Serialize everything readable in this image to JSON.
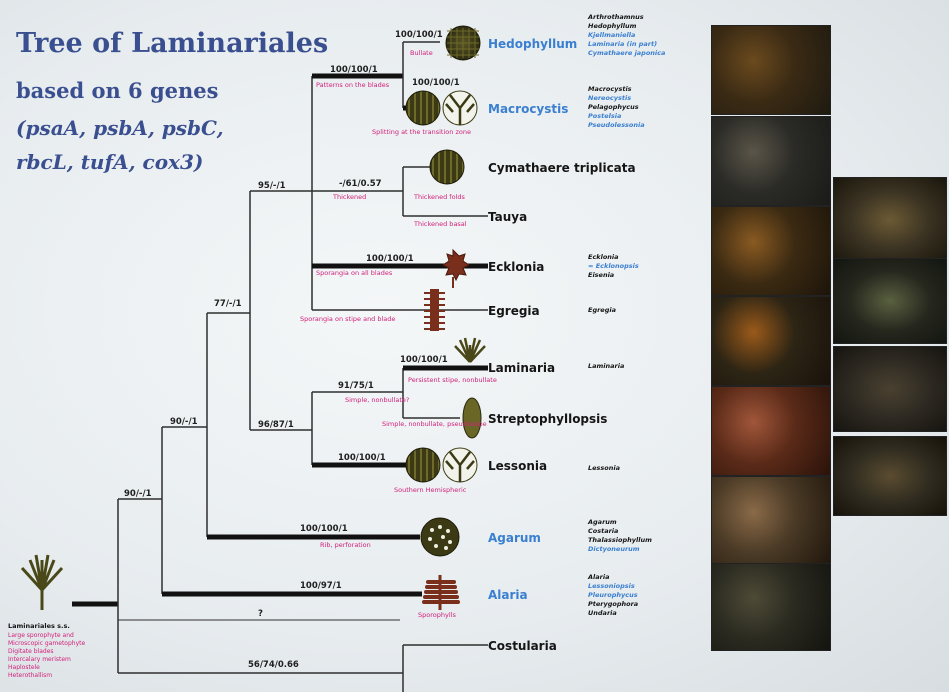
{
  "title": {
    "line1": "Tree of Laminariales",
    "line2": "based on 6 genes",
    "line3": "(psaA, psbA, psbC,",
    "line4": "rbcL, tufA, cox3)"
  },
  "support_values": {
    "hedophyllum": "100/100/1",
    "macrocystis": "100/100/1",
    "hed_mac_clade": "100/100/1",
    "cym_tauya": "-/61/0.57",
    "ecklonia": "100/100/1",
    "node95": "95/-/1",
    "node77": "77/-/1",
    "node90a": "90/-/1",
    "node90b": "90/-/1",
    "laminaria": "100/100/1",
    "lam_strep": "91/75/1",
    "node96": "96/87/1",
    "lessonia": "100/100/1",
    "agarum": "100/100/1",
    "alaria": "100/97/1",
    "unknown": "?",
    "costularia": "56/74/0.66"
  },
  "traits": {
    "bullate": "Bullate",
    "patterns_blades": "Patterns on the blades",
    "splitting": "Splitting at the transition zone",
    "thickened": "Thickened",
    "thickened_folds": "Thickened folds",
    "thickened_basal": "Thickened basal",
    "sporangia_all": "Sporangia on all blades",
    "sporangia_stipe": "Sporangia on stipe and blade",
    "persistent": "Persistent stipe, nonbullate",
    "simple1": "Simple, nonbullate?",
    "simple2": "Simple, nonbullate, pseudostipe",
    "southern": "Southern Hemispheric",
    "rib": "Rib, perforation",
    "sporophylls": "Sporophylls"
  },
  "taxa": {
    "hedophyllum": "Hedophyllum",
    "macrocystis": "Macrocystis",
    "cymathaere": "Cymathaere triplicata",
    "tauya": "Tauya",
    "ecklonia": "Ecklonia",
    "egregia": "Egregia",
    "laminaria": "Laminaria",
    "streptophyllopsis": "Streptophyllopsis",
    "lessonia": "Lessonia",
    "agarum": "Agarum",
    "alaria": "Alaria",
    "costularia": "Costularia"
  },
  "root": {
    "label": "Laminariales s.s.",
    "notes": [
      "Large sporophyte and",
      "Microscopic gametophyte",
      "Digitate blades",
      "Intercalary meristem",
      "Haplostele",
      "Heterothallism"
    ]
  },
  "species": {
    "hedophyllum": [
      {
        "name": "Arthrothamnus",
        "kind": "black"
      },
      {
        "name": "Hedophyllum",
        "kind": "black"
      },
      {
        "name": "Kjellmaniella",
        "kind": "blue"
      },
      {
        "name": "Laminaria (in part)",
        "kind": "blue"
      },
      {
        "name": "Cymathaere japonica",
        "kind": "blue"
      }
    ],
    "macrocystis": [
      {
        "name": "Macrocystis",
        "kind": "black"
      },
      {
        "name": "Nereocystis",
        "kind": "blue"
      },
      {
        "name": "Pelagophycus",
        "kind": "black"
      },
      {
        "name": "Postelsia",
        "kind": "blue"
      },
      {
        "name": "Pseudolessonia",
        "kind": "blue"
      }
    ],
    "ecklonia": [
      {
        "name": "Ecklonia",
        "kind": "black"
      },
      {
        "name": "= Ecklonopsis",
        "kind": "blue"
      },
      {
        "name": "Eisenia",
        "kind": "black"
      }
    ],
    "egregia": [
      {
        "name": "Egregia",
        "kind": "black"
      }
    ],
    "laminaria": [
      {
        "name": "Laminaria",
        "kind": "black"
      }
    ],
    "lessonia": [
      {
        "name": "Lessonia",
        "kind": "black"
      }
    ],
    "agarum": [
      {
        "name": "Agarum",
        "kind": "black"
      },
      {
        "name": "Costaria",
        "kind": "black"
      },
      {
        "name": "Thalassiophyllum",
        "kind": "black"
      },
      {
        "name": "Dictyoneurum",
        "kind": "blue"
      }
    ],
    "alaria": [
      {
        "name": "Alaria",
        "kind": "black"
      },
      {
        "name": "Lessoniopsis",
        "kind": "blue"
      },
      {
        "name": "Pleurophycus",
        "kind": "blue"
      },
      {
        "name": "Pterygophora",
        "kind": "black"
      },
      {
        "name": "Undaria",
        "kind": "black"
      }
    ]
  },
  "colors": {
    "branch": "#2f2f2f",
    "thick": "#111111",
    "support": "#202020",
    "trait": "#d0207a",
    "genus_blue": "#3a7fd0",
    "species_blue": "#3a7fd0",
    "icon": "#3b3a14",
    "icon_red": "#7a2e1c",
    "title": "#3a4f8f"
  },
  "photos": {
    "col1": [
      "kelp-photo",
      "kelp-photo",
      "kelp-photo",
      "kelp-photo",
      "kelp-photo",
      "kelp-photo",
      "kelp-photo"
    ],
    "col2": [
      "kelp-photo",
      "kelp-photo",
      "kelp-photo",
      "kelp-photo"
    ]
  }
}
